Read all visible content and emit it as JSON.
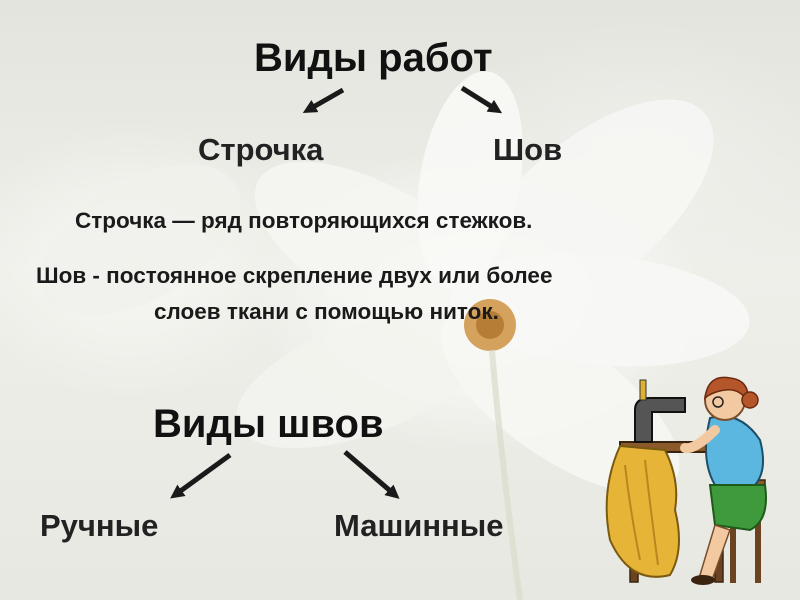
{
  "slide": {
    "title": "Виды работ",
    "branches": [
      "Строчка",
      "Шов"
    ],
    "definition_line1": "Строчка — ряд повторяющихся стежков.",
    "definition_line2a": "Шов - постоянное скрепление двух или более",
    "definition_line2b": "слоев ткани с помощью ниток.",
    "subtitle": "Виды швов",
    "seam_types": [
      "Ручные",
      "Машинные"
    ]
  },
  "colors": {
    "text": "#111111",
    "arrow": "#1a1a1a",
    "flower_center": "#c8852a"
  },
  "icons": [
    "arrow-icon",
    "sewing-woman-clipart",
    "daisy-background"
  ]
}
